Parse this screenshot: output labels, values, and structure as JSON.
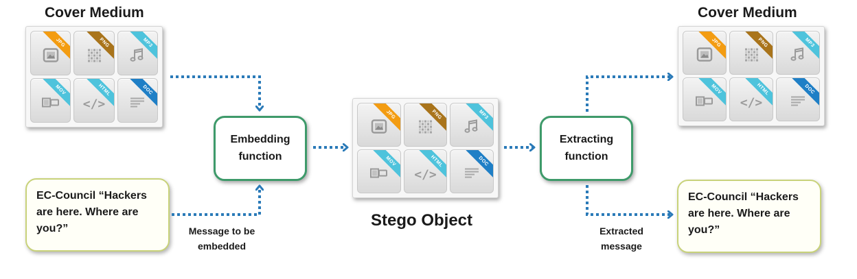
{
  "cover_medium_left": {
    "title": "Cover Medium"
  },
  "cover_medium_right": {
    "title": "Cover Medium"
  },
  "stego_object": {
    "title": "Stego Object"
  },
  "file_tiles": [
    {
      "type": "JPG",
      "color": "#f39c12",
      "icon": "image-icon"
    },
    {
      "type": "PNG",
      "color": "#a9741b",
      "icon": "pattern-icon"
    },
    {
      "type": "MP3",
      "color": "#4ec3dc",
      "icon": "music-note-icon"
    },
    {
      "type": "MOV",
      "color": "#4ec3dc",
      "icon": "video-icon"
    },
    {
      "type": "HTML",
      "color": "#4ec3dc",
      "icon": "code-icon"
    },
    {
      "type": "DOC",
      "color": "#1f7fc6",
      "icon": "document-icon"
    }
  ],
  "embedding_function": {
    "line1": "Embedding",
    "line2": "function"
  },
  "extracting_function": {
    "line1": "Extracting",
    "line2": "function"
  },
  "message_left": {
    "line1": "EC-Council “Hackers",
    "line2": "are here. Where are",
    "line3": "you?”"
  },
  "message_right": {
    "line1": "EC-Council “Hackers",
    "line2": "are here. Where are",
    "line3": "you?”"
  },
  "label_message_to_embed": {
    "line1": "Message to be",
    "line2": "embedded"
  },
  "label_extracted_message": {
    "line1": "Extracted",
    "line2": "message"
  },
  "colors": {
    "arrow": "#2a7ab8",
    "function_border": "#3e9a6a",
    "message_border": "#c8d27a"
  }
}
